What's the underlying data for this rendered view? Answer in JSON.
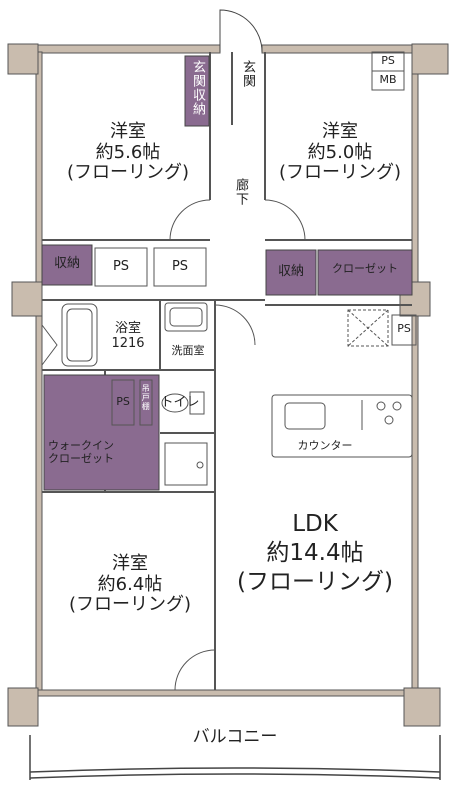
{
  "rooms": {
    "western_nw": {
      "name": "洋室",
      "size": "約5.6帖",
      "floor": "(フローリング)"
    },
    "western_ne": {
      "name": "洋室",
      "size": "約5.0帖",
      "floor": "(フローリング)"
    },
    "western_sw": {
      "name": "洋室",
      "size": "約6.4帖",
      "floor": "(フローリング)"
    },
    "ldk": {
      "name": "LDK",
      "size": "約14.4帖",
      "floor": "(フローリング)"
    }
  },
  "labels": {
    "entrance": "玄関",
    "entrance_storage": "玄関収納",
    "corridor": "廊下",
    "storage_left": "収納",
    "storage_right": "収納",
    "closet": "クローゼット",
    "ps_1": "PS",
    "ps_2": "PS",
    "ps_3": "PS",
    "ps_4": "PS",
    "ps_mb_top": "PS",
    "ps_mb_bottom": "MB",
    "bath": "浴室",
    "bath_size": "1216",
    "washroom": "洗面室",
    "toilet": "トイレ",
    "toilet_shelf": "吊戸棚",
    "walkin_line1": "ウォークイン",
    "walkin_line2": "クローゼット",
    "counter": "カウンター",
    "balcony": "バルコニー"
  },
  "colors": {
    "storage_fill": "#8a6b90",
    "wall_fill": "#c9bcae",
    "line": "#444444"
  }
}
